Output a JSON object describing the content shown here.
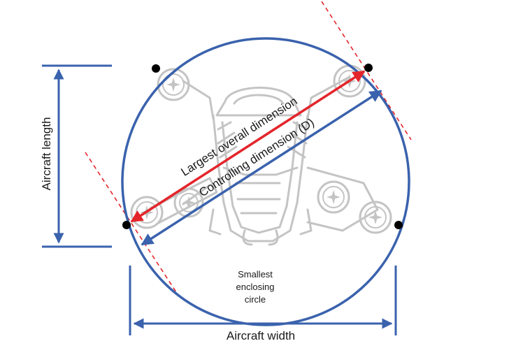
{
  "labels": {
    "aircraft_length": "Aircraft length",
    "aircraft_width": "Aircraft width",
    "largest_dimension": "Largest overall dimension",
    "controlling_dimension": "Controlling dimension (D)",
    "circle_line1": "Smallest",
    "circle_line2": "enclosing",
    "circle_line3": "circle"
  },
  "colors": {
    "circle": "#3a62ad",
    "largest_arrow": "#e3252b",
    "controlling_arrow": "#3a62ad",
    "tangent": "#e3252b",
    "drone": "#c4c4c4",
    "dimension_lines": "#3a62ad",
    "contact_points": "#000000"
  }
}
